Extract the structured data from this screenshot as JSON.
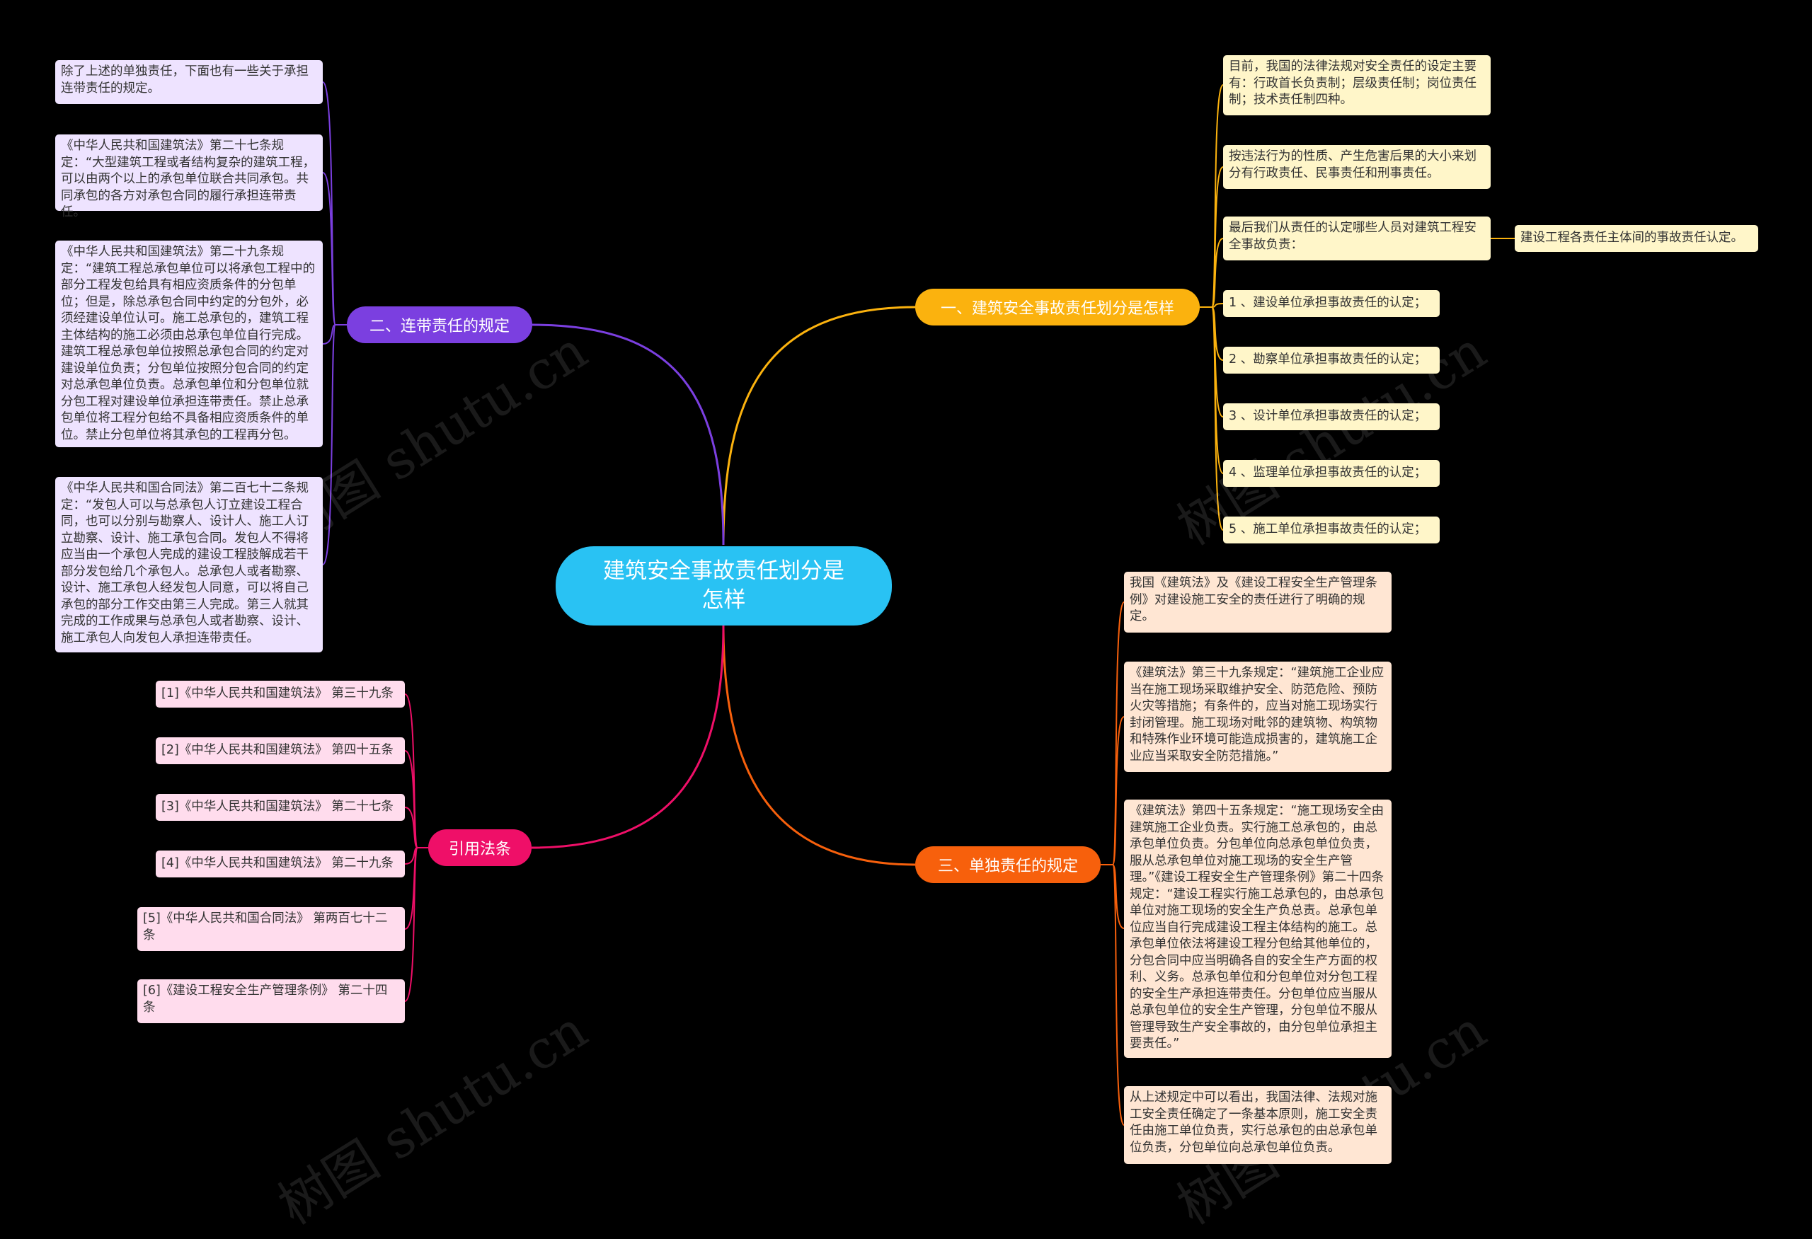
{
  "center": {
    "title": "建筑安全事故责任划分是怎样"
  },
  "branches": {
    "b1": {
      "label": "一、建筑安全事故责任划分是怎样",
      "color": "#fbb20e"
    },
    "b2": {
      "label": "二、连带责任的规定",
      "color": "#7b3fe0"
    },
    "b3": {
      "label": "三、单独责任的规定",
      "color": "#f7600c"
    },
    "b4": {
      "label": "引用法条",
      "color": "#ef0f68"
    }
  },
  "b1_leaves": [
    "目前，我国的法律法规对安全责任的设定主要有：行政首长负责制；层级责任制；岗位责任制；技术责任制四种。",
    "按违法行为的性质、产生危害后果的大小来划分有行政责任、民事责任和刑事责任。",
    "最后我们从责任的认定哪些人员对建筑工程安全事故负责：",
    "1 、建设单位承担事故责任的认定；",
    "2 、勘察单位承担事故责任的认定；",
    "3 、设计单位承担事故责任的认定；",
    "4 、监理单位承担事故责任的认定；",
    "5 、施工单位承担事故责任的认定；"
  ],
  "b1_sub": "建设工程各责任主体间的事故责任认定。",
  "b2_leaves": [
    "除了上述的单独责任，下面也有一些关于承担连带责任的规定。",
    "《中华人民共和国建筑法》第二十七条规定：“大型建筑工程或者结构复杂的建筑工程，可以由两个以上的承包单位联合共同承包。共同承包的各方对承包合同的履行承担连带责任。",
    "《中华人民共和国建筑法》第二十九条规定：“建筑工程总承包单位可以将承包工程中的部分工程发包给具有相应资质条件的分包单位；但是，除总承包合同中约定的分包外，必须经建设单位认可。施工总承包的，建筑工程主体结构的施工必须由总承包单位自行完成。建筑工程总承包单位按照总承包合同的约定对建设单位负责；分包单位按照分包合同的约定对总承包单位负责。总承包单位和分包单位就分包工程对建设单位承担连带责任。禁止总承包单位将工程分包给不具备相应资质条件的单位。禁止分包单位将其承包的工程再分包。",
    "《中华人民共和国合同法》第二百七十二条规定：“发包人可以与总承包人订立建设工程合同，也可以分别与勘察人、设计人、施工人订立勘察、设计、施工承包合同。发包人不得将应当由一个承包人完成的建设工程肢解成若干部分发包给几个承包人。总承包人或者勘察、设计、施工承包人经发包人同意，可以将自己承包的部分工作交由第三人完成。第三人就其完成的工作成果与总承包人或者勘察、设计、施工承包人向发包人承担连带责任。"
  ],
  "b3_leaves": [
    "我国《建筑法》及《建设工程安全生产管理条例》对建设施工安全的责任进行了明确的规定。",
    "《建筑法》第三十九条规定：“建筑施工企业应当在施工现场采取维护安全、防范危险、预防火灾等措施；有条件的，应当对施工现场实行封闭管理。施工现场对毗邻的建筑物、构筑物和特殊作业环境可能造成损害的，建筑施工企业应当采取安全防范措施。”",
    "《建筑法》第四十五条规定：“施工现场安全由建筑施工企业负责。实行施工总承包的，由总承包单位负责。分包单位向总承包单位负责，服从总承包单位对施工现场的安全生产管理。”《建设工程安全生产管理条例》第二十四条规定：“建设工程实行施工总承包的，由总承包单位对施工现场的安全生产负总责。总承包单位应当自行完成建设工程主体结构的施工。总承包单位依法将建设工程分包给其他单位的，分包合同中应当明确各自的安全生产方面的权利、义务。总承包单位和分包单位对分包工程的安全生产承担连带责任。分包单位应当服从总承包单位的安全生产管理，分包单位不服从管理导致生产安全事故的，由分包单位承担主要责任。”",
    "从上述规定中可以看出，我国法律、法规对施工安全责任确定了一条基本原则，施工安全责任由施工单位负责，实行总承包的由总承包单位负责，分包单位向总承包单位负责。"
  ],
  "b4_leaves": [
    "[1]《中华人民共和国建筑法》 第三十九条",
    "[2]《中华人民共和国建筑法》 第四十五条",
    "[3]《中华人民共和国建筑法》 第二十七条",
    "[4]《中华人民共和国建筑法》 第二十九条",
    "[5]《中华人民共和国合同法》 第两百七十二条",
    "[6]《建设工程安全生产管理条例》 第二十四条"
  ],
  "watermark": "树图 shutu.cn"
}
